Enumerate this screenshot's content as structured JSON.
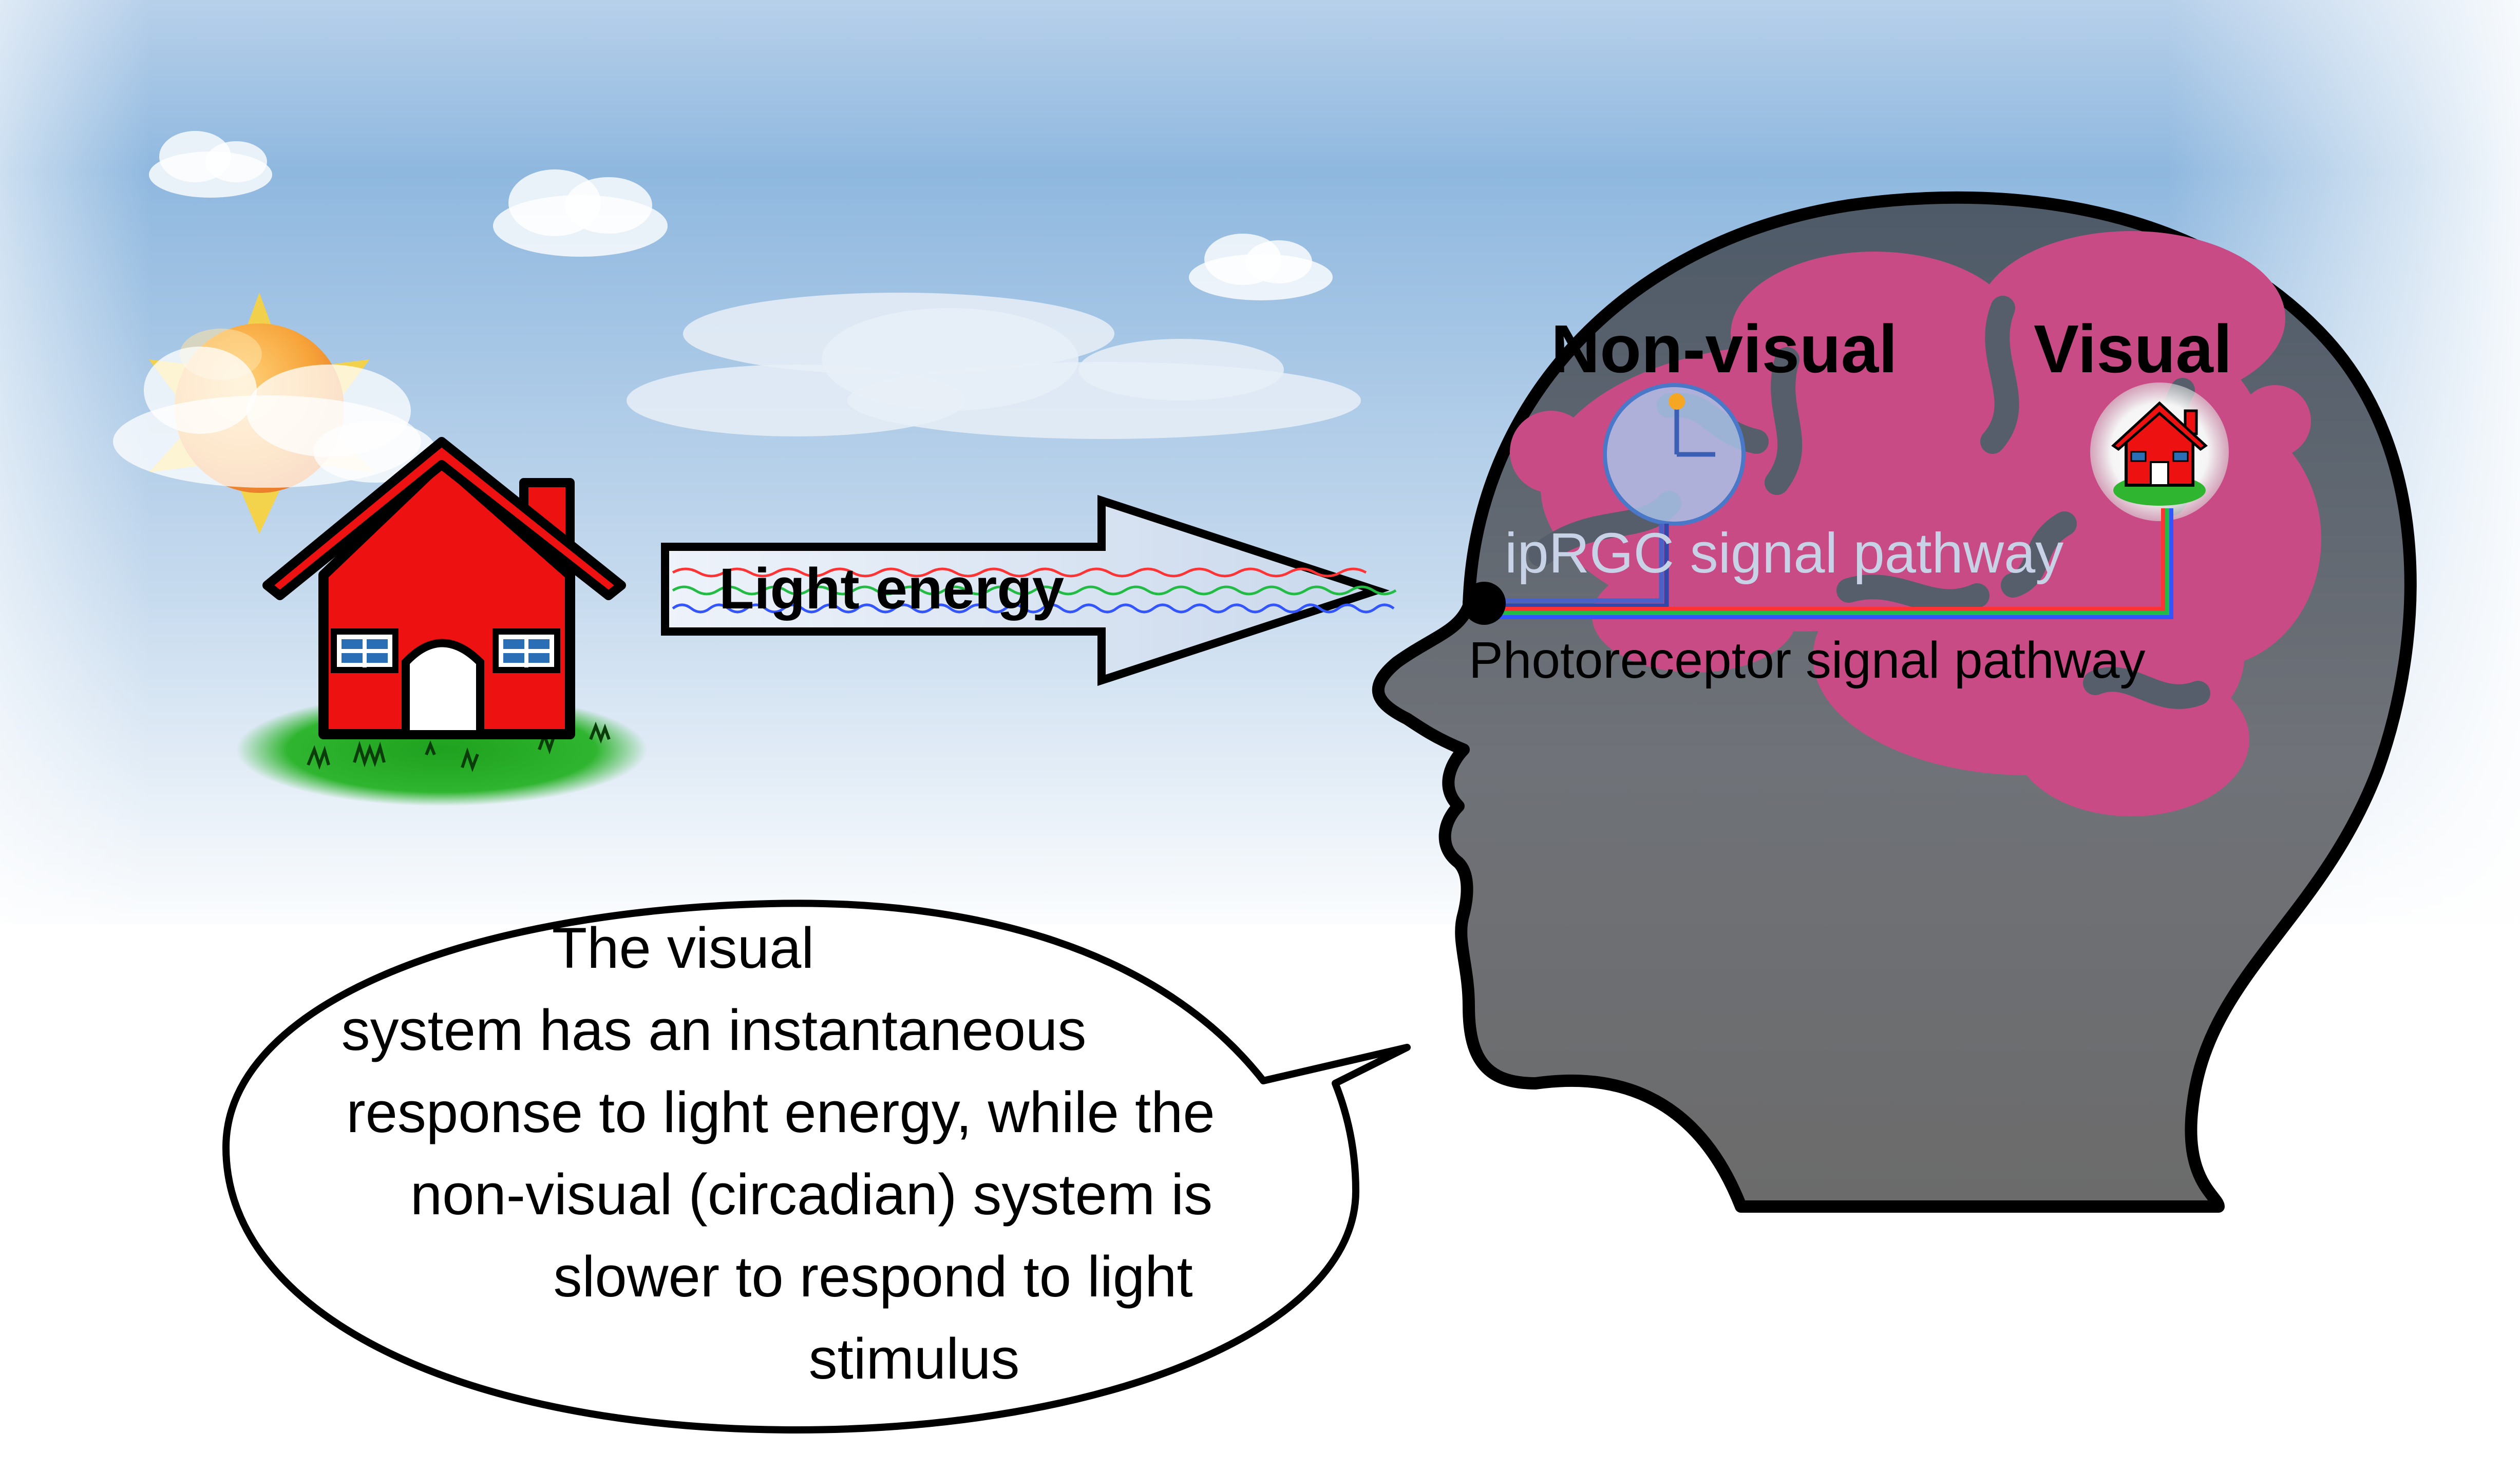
{
  "labels": {
    "light_energy": "Light energy",
    "non_visual": "Non-visual",
    "visual": "Visual",
    "iprgc_pathway": "ipRGC signal pathway",
    "photoreceptor_pathway": "Photoreceptor signal pathway"
  },
  "speech_bubble": {
    "lines": [
      "The visual",
      "system has an instantaneous",
      "response to light energy, while the",
      "non-visual (circadian) system is",
      "slower to respond to light",
      "stimulus"
    ]
  },
  "colors": {
    "sky_top": "#8fb8df",
    "sky_bottom": "#ffffff",
    "house_red": "#ee1111",
    "grass_green": "#22aa22",
    "head_gray": "#555e6a",
    "brain_pink": "#c84b86",
    "iprgc_text": "#c8d2e6",
    "wave_red": "#ff3333",
    "wave_green": "#22bb44",
    "wave_blue": "#3355ff"
  },
  "icons": [
    "sun-icon",
    "cloud-icon",
    "house-icon",
    "clock-icon",
    "eye-icon",
    "arrow-icon"
  ]
}
